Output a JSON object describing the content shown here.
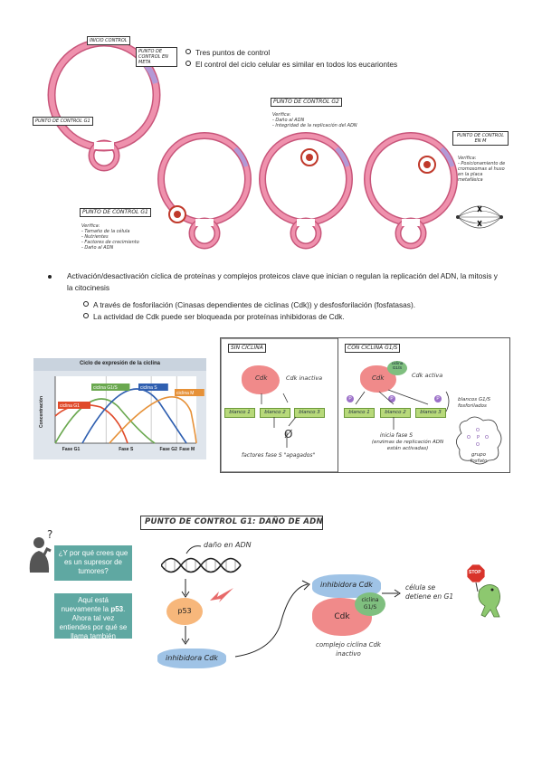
{
  "top_bullets": [
    "Tres puntos de control",
    "El control del ciclo celular es similar en todos los eucariontes"
  ],
  "cycle_labels": {
    "start": "INICIO CONTROL",
    "metafase": "PUNTO DE CONTROL EN META",
    "checkpoint_left": "PUNTO DE CONTROL G1"
  },
  "checkpoint_g2": {
    "title": "PUNTO DE CONTROL G2",
    "verifica": "Verifica:",
    "items": [
      "- Daño al ADN",
      "- Integridad de la replicación del ADN"
    ]
  },
  "checkpoint_g1": {
    "title": "PUNTO DE CONTROL G1",
    "verifica": "Verifica:",
    "items": [
      "- Tamaño de la célula",
      "- Nutrientes",
      "- Factores de crecimiento",
      "- Daño al ADN"
    ]
  },
  "checkpoint_m": {
    "title": "PUNTO DE CONTROL EN M",
    "verifica": "Verifica:",
    "items": [
      "- Posicionamiento de",
      "cromosomas al huso",
      "en la placa",
      "metafásica"
    ]
  },
  "main_bullet": "Activación/desactivación cíclica de proteínas y complejos proteicos clave que inician o regulan la replicación del ADN, la mitosis y la citocinesis",
  "sub_bullets": [
    "A través de fosforilación (Cinasas dependientes de ciclinas (Cdk)) y desfosforilación (fosfatasas).",
    "La actividad de Cdk puede ser bloqueada por proteínas inhibidoras de Cdk."
  ],
  "chart": {
    "title": "Ciclo de expresión de la ciclina",
    "ylabel": "Concentración",
    "phases": [
      "Fase G1",
      "Fase S",
      "Fase G2",
      "Fase M"
    ],
    "legend": [
      "ciclina G1",
      "ciclina G1/S",
      "ciclina S",
      "ciclina M"
    ],
    "colors": {
      "g1": "#e04a2a",
      "g1s": "#6aa84f",
      "s": "#2f5fb0",
      "m": "#e69138"
    }
  },
  "panel_left": {
    "header": "SIN CICLINA",
    "cdk": "Cdk",
    "cdk_state": "Cdk inactiva",
    "blancos": [
      "blanco 1",
      "blanco 2",
      "blanco 3"
    ],
    "empty": "Ø",
    "factores": "factores fase S \"apagados\""
  },
  "panel_right": {
    "header": "CON CICLINA G1/S",
    "cdk": "Cdk",
    "ciclina": "ciclina G1/S",
    "cdk_state": "Cdk activa",
    "blancos": [
      "blanco 1",
      "blanco 2",
      "blanco 3"
    ],
    "p": "P",
    "fosforilados": "blancos G1/S fosforilados",
    "inicia": "inicia fase S",
    "enzimas": "(enzimas de replicación ADN están activadas)",
    "grupo": "grupo fosfato"
  },
  "bottom": {
    "title": "PUNTO DE CONTROL G1: DAÑO DE ADN",
    "question": "¿Y por qué crees que es un supresor de tumores?",
    "answer_1": "Aquí está nuevamente la ",
    "answer_bold": "p53",
    "answer_2": ". Ahora tal vez entiendes por qué se llama también guardián del ADN.",
    "dano": "daño en ADN",
    "p53": "p53",
    "inhibidora": "inhibidora Cdk",
    "inhibidora_top": "inhibidora Cdk",
    "ciclina": "ciclina G1/S",
    "cdk": "Cdk",
    "complejo": "complejo ciclina Cdk inactivo",
    "celula": "célula se detiene en G1",
    "stop": "STOP"
  }
}
